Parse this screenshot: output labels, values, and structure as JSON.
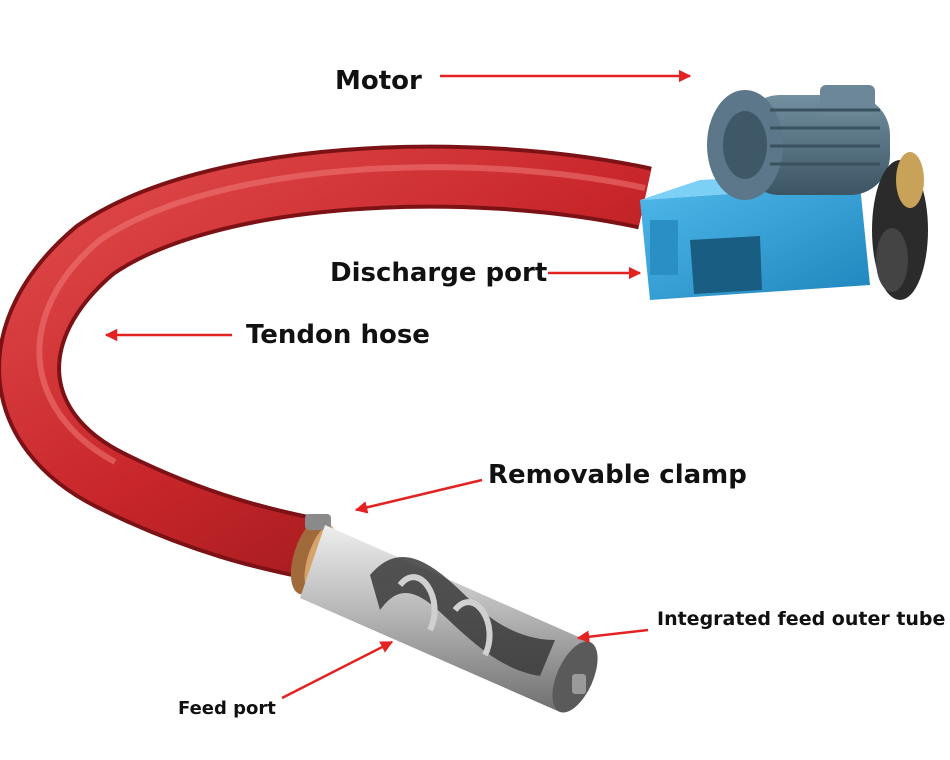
{
  "labels": {
    "motor": "Motor",
    "discharge_port": "Discharge port",
    "tendon_hose": "Tendon hose",
    "removable_clamp": "Removable clamp",
    "integrated_feed_outer_tube": "Integrated feed outer tube",
    "feed_port": "Feed port"
  },
  "colors": {
    "hose": "#c8262a",
    "hose_dark": "#8e1519",
    "motor_body": "#4f6b7c",
    "housing": "#2f9fd6",
    "tube": "#b8b8b8",
    "arrow": "#e32222"
  },
  "icons": {
    "arrow": "red-arrow-icon"
  }
}
